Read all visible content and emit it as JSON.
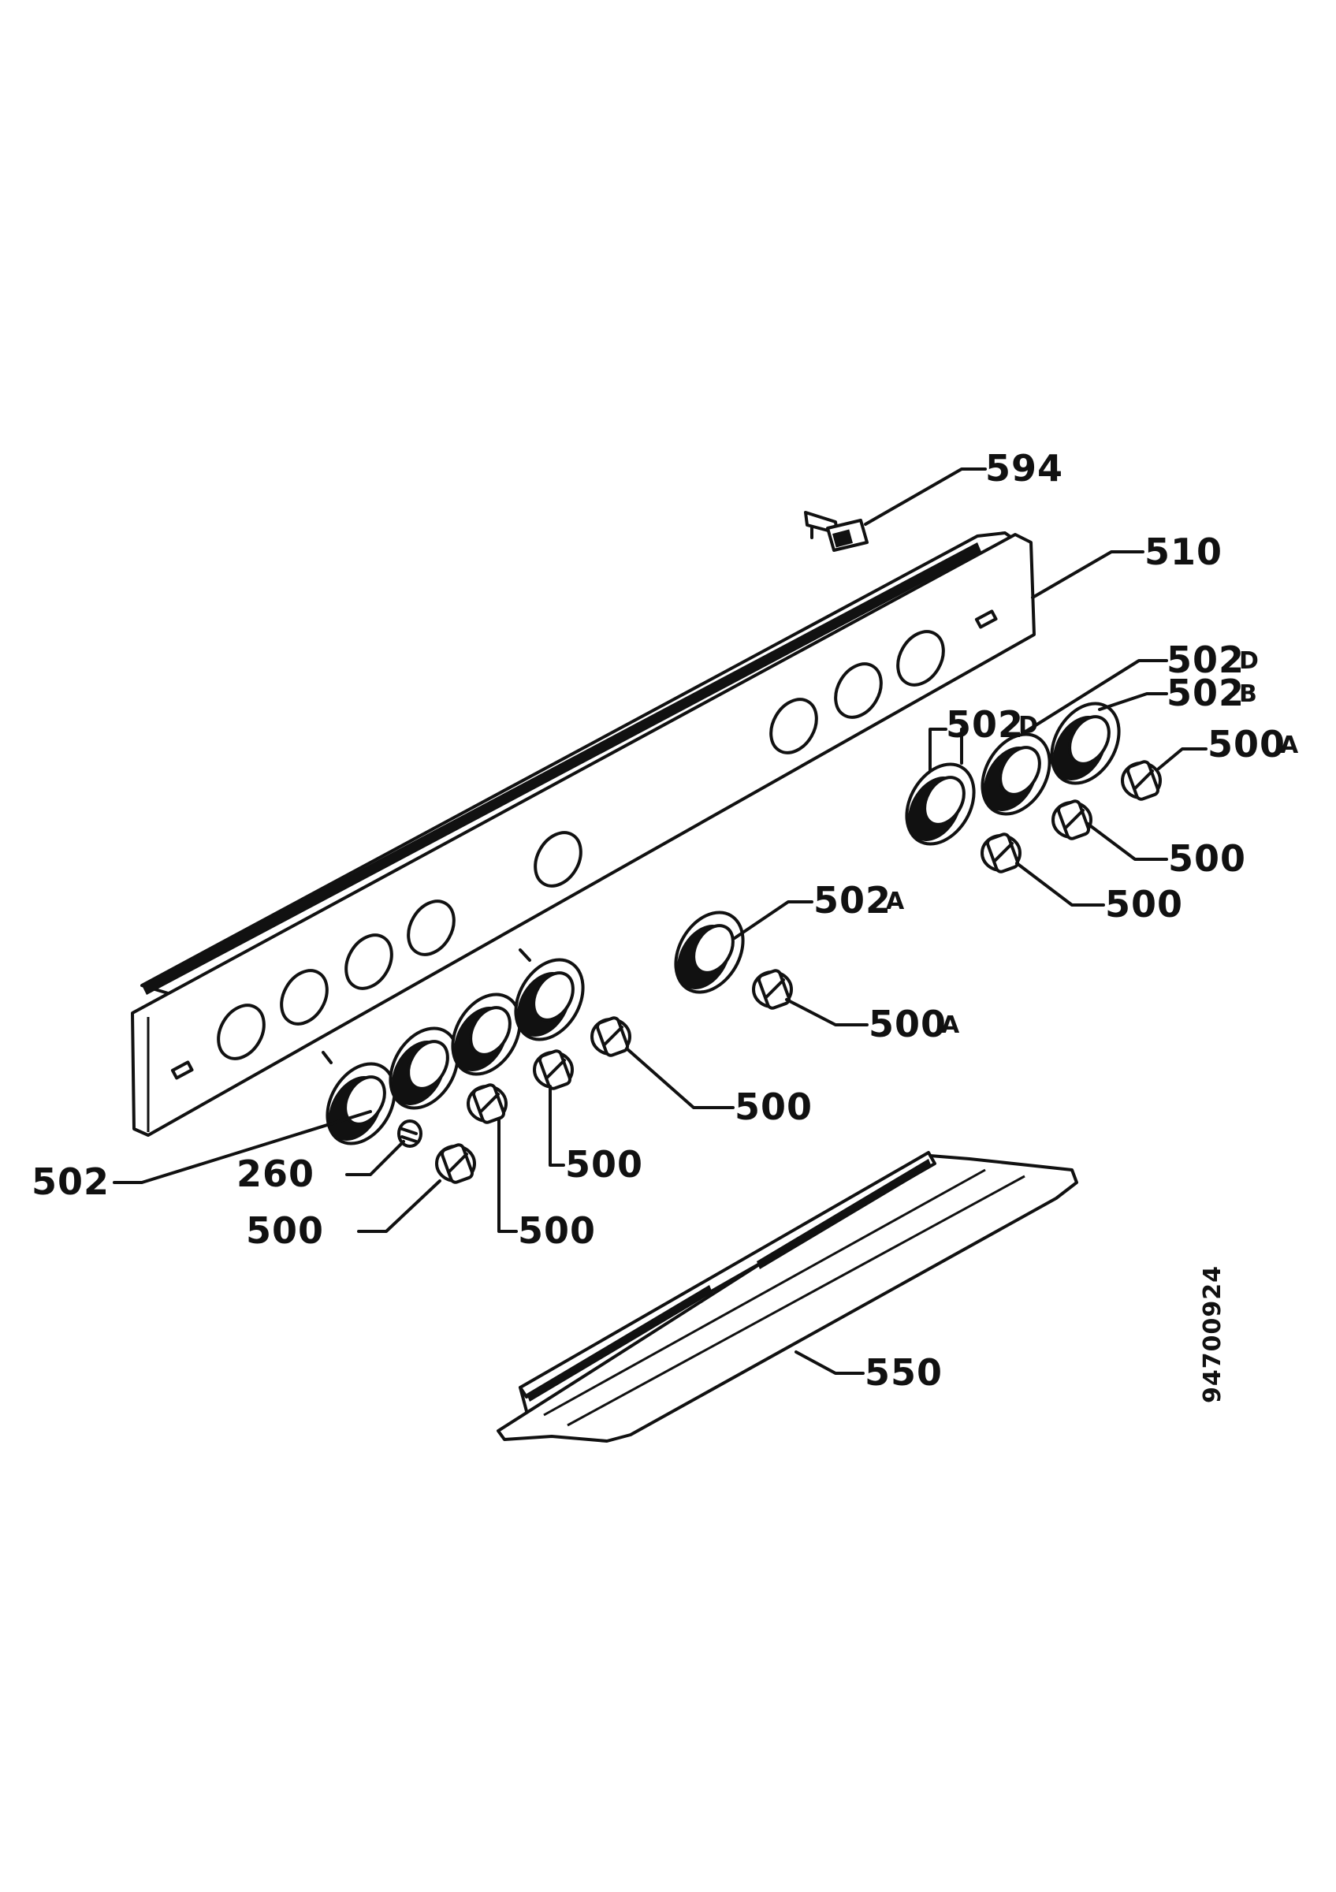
{
  "labels": {
    "l594": "594",
    "l510": "510",
    "l502d_a": "502",
    "l502d_a_sub": "D",
    "l502d_b": "502",
    "l502d_b_sub": "D",
    "l502b": "502",
    "l502b_sub": "B",
    "l500a_right": "500",
    "l500a_right_sub": "A",
    "l500_r1": "500",
    "l500_r2": "500",
    "l502a": "502",
    "l502a_sub": "A",
    "l500a_mid": "500",
    "l500a_mid_sub": "A",
    "l500_m1": "500",
    "l500_m2": "500",
    "l500_m3": "500",
    "l500_m4": "500",
    "l502": "502",
    "l260": "260",
    "l550": "550",
    "drawing_number": "94700924"
  }
}
